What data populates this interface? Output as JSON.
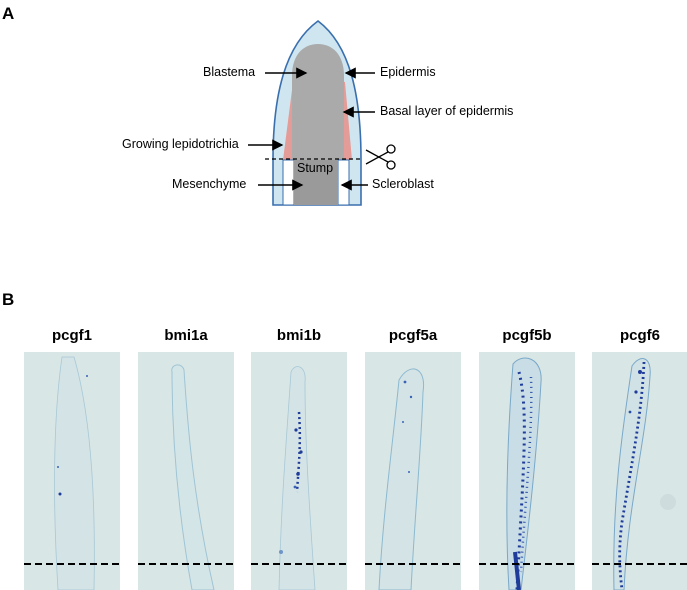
{
  "panel_a": {
    "letter": "A",
    "labels": {
      "blastema": "Blastema",
      "epidermis": "Epidermis",
      "basal_layer": "Basal layer of epidermis",
      "growing_lepidotrichia": "Growing lepidotrichia",
      "stump": "Stump",
      "mesenchyme": "Mesenchyme",
      "scleroblast": "Scleroblast"
    },
    "colors": {
      "epidermis_fill": "#cfe6f0",
      "epidermis_outline": "#3a6fae",
      "core": "#aaaaaa",
      "lepidotrichia": "#e49c98"
    },
    "icons": [
      "scissors-icon"
    ]
  },
  "panel_b": {
    "letter": "B",
    "genes": [
      {
        "label": "pcgf1"
      },
      {
        "label": "bmi1a"
      },
      {
        "label": "bmi1b"
      },
      {
        "label": "pcgf5a"
      },
      {
        "label": "pcgf5b"
      },
      {
        "label": "pcgf6"
      }
    ],
    "colors": {
      "background": "#d9e6e6",
      "stain": "#1f3c9a"
    }
  }
}
